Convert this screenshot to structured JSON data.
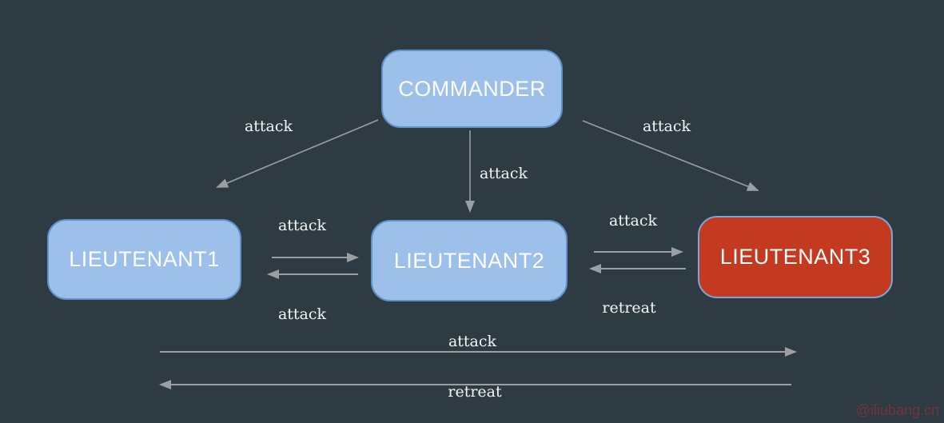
{
  "diagram": {
    "type": "directed-graph",
    "topic": "Byzantine generals message passing",
    "nodes": [
      {
        "id": "commander",
        "label": "COMMANDER",
        "fill": "#9cc0ea",
        "border": "#5e92c8",
        "text_color": "#ffffff"
      },
      {
        "id": "lieutenant1",
        "label": "LIEUTENANT1",
        "fill": "#9cc0ea",
        "border": "#5e92c8",
        "text_color": "#ffffff"
      },
      {
        "id": "lieutenant2",
        "label": "LIEUTENANT2",
        "fill": "#9cc0ea",
        "border": "#5e92c8",
        "text_color": "#ffffff"
      },
      {
        "id": "lieutenant3",
        "label": "LIEUTENANT3",
        "fill": "#c33a20",
        "border": "#78a7d6",
        "text_color": "#ffffff"
      }
    ],
    "edges": [
      {
        "from": "COMMANDER",
        "to": "LIEUTENANT1",
        "label": "attack"
      },
      {
        "from": "COMMANDER",
        "to": "LIEUTENANT2",
        "label": "attack"
      },
      {
        "from": "COMMANDER",
        "to": "LIEUTENANT3",
        "label": "attack"
      },
      {
        "from": "LIEUTENANT1",
        "to": "LIEUTENANT2",
        "label": "attack"
      },
      {
        "from": "LIEUTENANT2",
        "to": "LIEUTENANT1",
        "label": "attack"
      },
      {
        "from": "LIEUTENANT2",
        "to": "LIEUTENANT3",
        "label": "attack"
      },
      {
        "from": "LIEUTENANT3",
        "to": "LIEUTENANT2",
        "label": "retreat"
      },
      {
        "from": "LIEUTENANT1",
        "to": "LIEUTENANT3",
        "label": "attack"
      },
      {
        "from": "LIEUTENANT3",
        "to": "LIEUTENANT1",
        "label": "retreat"
      }
    ],
    "colors": {
      "background": "#2f3b43",
      "arrow": "#9b9fa2",
      "edge_label_text": "#f5f5f3"
    }
  },
  "watermark": {
    "text": "@iliubang.cn",
    "color": "#9a342e"
  }
}
